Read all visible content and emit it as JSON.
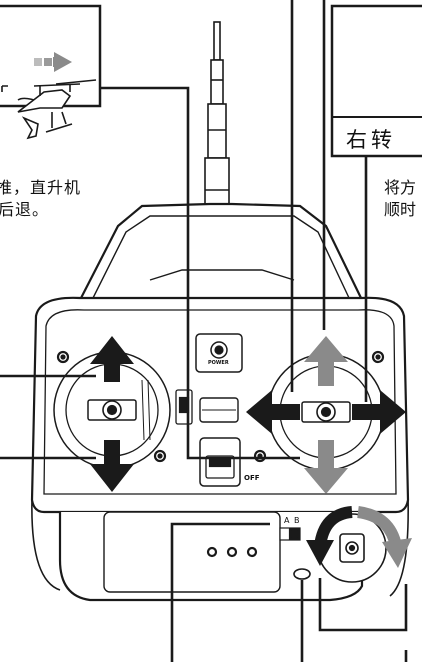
{
  "callouts": {
    "top_left_fragment_line1": "推，直升机",
    "top_left_fragment_line2": "后退。",
    "right_box_title": "右转",
    "right_fragment_line1": "将方",
    "right_fragment_line2": "顺时"
  },
  "transmitter": {
    "power_label": "POWER",
    "off_label": "OFF",
    "switch_label_a": "A",
    "switch_label_b": "B"
  },
  "arrows": {
    "left_stick": [
      "up",
      "down"
    ],
    "right_stick": [
      "up",
      "down",
      "left",
      "right"
    ],
    "trim_dial": [
      "rotate-counterclockwise",
      "rotate-clockwise"
    ]
  },
  "colors": {
    "line": "#1a1a1a",
    "arrow_dark": "#1a1a1a",
    "arrow_gray": "#8a8a8a",
    "body_fill": "#ffffff"
  }
}
